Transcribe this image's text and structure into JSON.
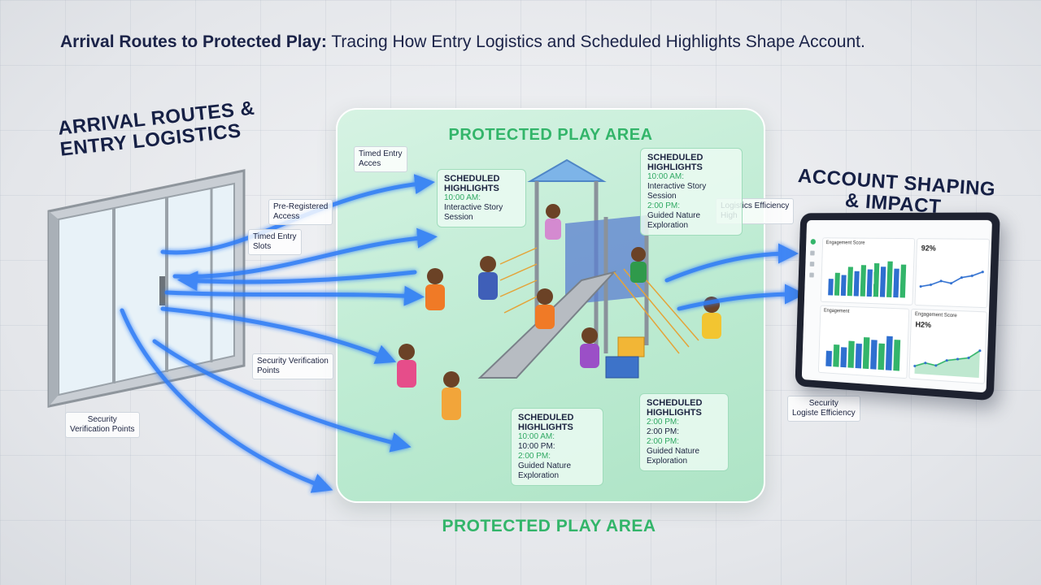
{
  "title": {
    "bold": "Arrival Routes to Protected Play:",
    "rest": " Tracing How Entry Logistics and Scheduled Highlights Shape Account."
  },
  "left_header": [
    "ARRIVAL ROUTES &",
    "ENTRY LOGISTICS"
  ],
  "right_header": [
    "ACCOUNT SHAPING",
    "& IMPACT"
  ],
  "area_title": "PROTECTED PLAY AREA",
  "area_bottom": "PROTECTED PLAY AREA",
  "tags": {
    "pre_registered": [
      "Pre-Registered",
      "Access"
    ],
    "timed_entry_slots": [
      "Timed Entry",
      "Slots"
    ],
    "security_mid": [
      "Security Verification",
      "Points"
    ],
    "security_low": [
      "Security",
      "Verification Points"
    ],
    "timed_entry_acces": [
      "Timed Entry",
      "Acces"
    ],
    "logistics_high": [
      "Logistics Efficiency",
      "High"
    ],
    "security_right": [
      "Security",
      "Logiste Efficiency"
    ]
  },
  "cards": {
    "c1": {
      "h": [
        "SCHEDULED",
        "HIGHLIGHTS"
      ],
      "time": "10:00 AM:",
      "lines": [
        "Interactive Story",
        "Session"
      ]
    },
    "c2": {
      "h": [
        "SCHEDULED",
        "HIGHLIGHTS"
      ],
      "time": "10:00 AM:",
      "lines": [
        "Interactive Story",
        "Session",
        "2:00 PM:",
        "Guided Nature",
        "Exploration"
      ]
    },
    "c3": {
      "h": [
        "SCHEDULED",
        "HIGHLIGHTS"
      ],
      "time": "10:00 AM:",
      "lines": [
        "10:00 PM:",
        "2:00 PM:",
        "Guided Nature",
        "Exploration"
      ]
    },
    "c4": {
      "h": [
        "SCHEDULED",
        "HIGHLIGHTS"
      ],
      "time": "2:00 PM:",
      "lines": [
        "2:00 PM:",
        "2:00 PM:",
        "Guided Nature",
        "Exploration"
      ]
    }
  },
  "tablet": {
    "header": "Engagement Score",
    "metric1": "92%",
    "panel2_label": "Engagement Score",
    "metric2": "H2%",
    "panel3_label": "Engagement"
  },
  "chart_data": [
    {
      "type": "bar",
      "values": [
        40,
        55,
        50,
        70,
        60,
        75,
        65,
        80,
        72,
        85,
        68,
        78
      ]
    },
    {
      "type": "line",
      "values": [
        30,
        35,
        45,
        40,
        55,
        60,
        70
      ]
    },
    {
      "type": "bar",
      "values": [
        35,
        50,
        45,
        60,
        55,
        70,
        65,
        58,
        75,
        68
      ]
    },
    {
      "type": "area",
      "values": [
        20,
        30,
        25,
        40,
        45,
        50,
        70
      ]
    }
  ],
  "colors": {
    "accent_green": "#33b56a",
    "arrow_blue": "#2f7cf6",
    "navy": "#162045"
  }
}
